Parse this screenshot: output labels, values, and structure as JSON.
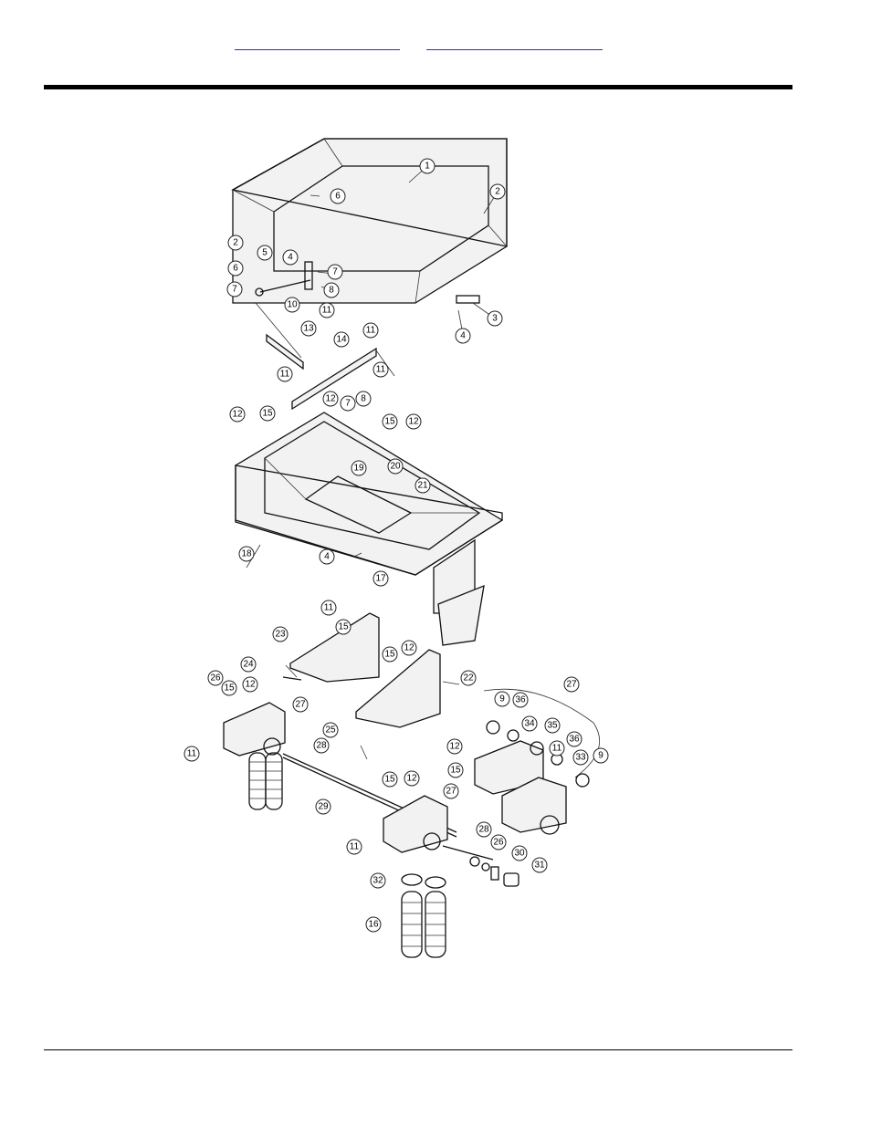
{
  "header": {
    "link_left": "",
    "link_right": ""
  },
  "diagram": {
    "callouts": [
      "1",
      "2",
      "3",
      "4",
      "5",
      "6",
      "7",
      "8",
      "9",
      "10",
      "11",
      "12",
      "13",
      "14",
      "15",
      "16",
      "17",
      "18",
      "19",
      "20",
      "21",
      "22",
      "23",
      "24",
      "25",
      "26",
      "27",
      "28",
      "29",
      "30",
      "31",
      "32",
      "33",
      "34",
      "35",
      "36"
    ]
  }
}
